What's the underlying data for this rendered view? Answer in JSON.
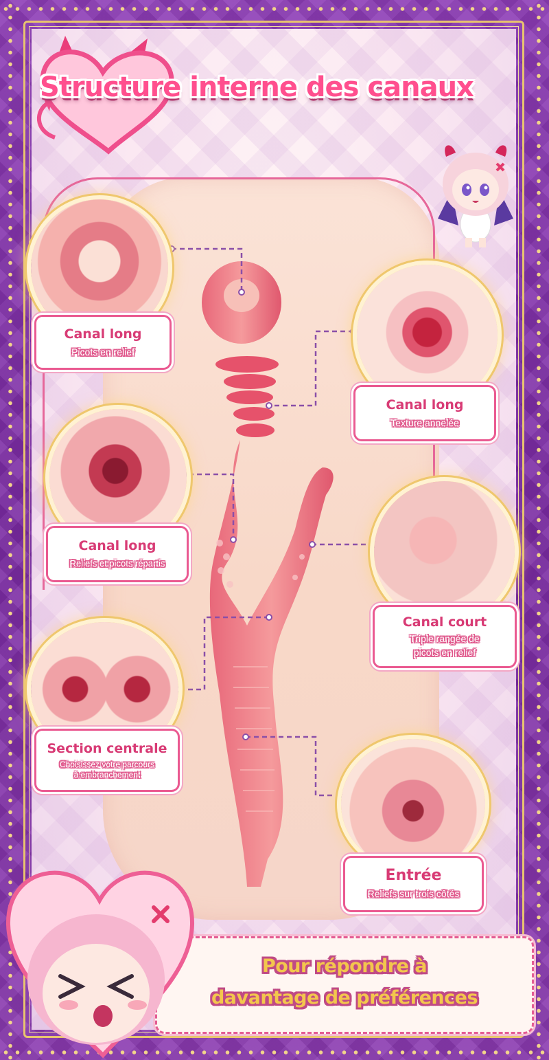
{
  "header": {
    "title": "Structure interne des canaux"
  },
  "labels": [
    {
      "title": "Canal long",
      "subtitle": "Picots en relief"
    },
    {
      "title": "Canal long",
      "subtitle": "Texture annelée"
    },
    {
      "title": "Canal long",
      "subtitle": "Reliefs et picots répartis"
    },
    {
      "title": "Canal court",
      "subtitle_line1": "Triple rangée de",
      "subtitle_line2": "picots en relief"
    },
    {
      "title": "Section centrale",
      "subtitle_line1": "Choisissez votre parcours",
      "subtitle_line2": "à embranchement"
    },
    {
      "title": "Entrée",
      "subtitle": "Reliefs sur trois côtés"
    }
  ],
  "banner": {
    "line1": "Pour répondre à",
    "line2": "davantage de préférences"
  },
  "colors": {
    "frame": "#7d2fa3",
    "gold": "#e8c46f",
    "accent_pink": "#ea5a91",
    "title_pink": "#ff4f8e",
    "banner_yellow": "#f3c64d"
  },
  "icons": [
    "devil-heart-icon",
    "chibi-character-icon",
    "sparkle-icon"
  ]
}
